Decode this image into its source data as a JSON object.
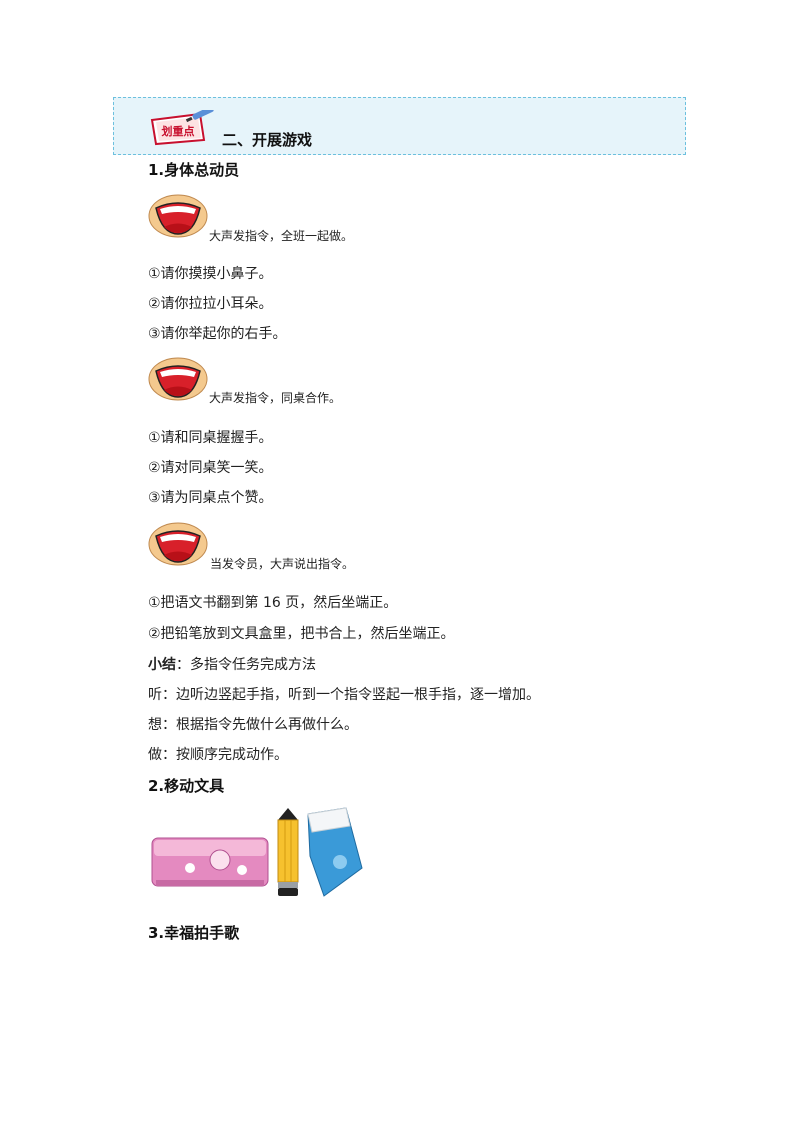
{
  "section_badge_text": "划重点",
  "section_title": "二、开展游戏",
  "part1": {
    "heading": "1.身体总动员",
    "groups": [
      {
        "cue": "大声发指令，全班一起做。",
        "items": [
          "①请你摸摸小鼻子。",
          "②请你拉拉小耳朵。",
          "③请你举起你的右手。"
        ]
      },
      {
        "cue": "大声发指令，同桌合作。",
        "items": [
          "①请和同桌握握手。",
          "②请对同桌笑一笑。",
          "③请为同桌点个赞。"
        ]
      },
      {
        "cue": "当发令员，大声说出指令。",
        "items": [
          "①把语文书翻到第 16 页，然后坐端正。",
          "②把铅笔放到文具盒里，把书合上，然后坐端正。"
        ]
      }
    ],
    "summary": {
      "label": "小结",
      "text": "：多指令任务完成方法",
      "lines": [
        "听：边听边竖起手指，听到一个指令竖起一根手指，逐一增加。",
        "想：根据指令先做什么再做什么。",
        "做：按顺序完成动作。"
      ]
    }
  },
  "part2": {
    "heading": "2.移动文具"
  },
  "part3": {
    "heading": "3.幸福拍手歌"
  },
  "colors": {
    "header_bg": "#e6f4fa",
    "header_border": "#6cc0de",
    "mouth_skin": "#f4c98e",
    "mouth_red": "#d8202a"
  }
}
